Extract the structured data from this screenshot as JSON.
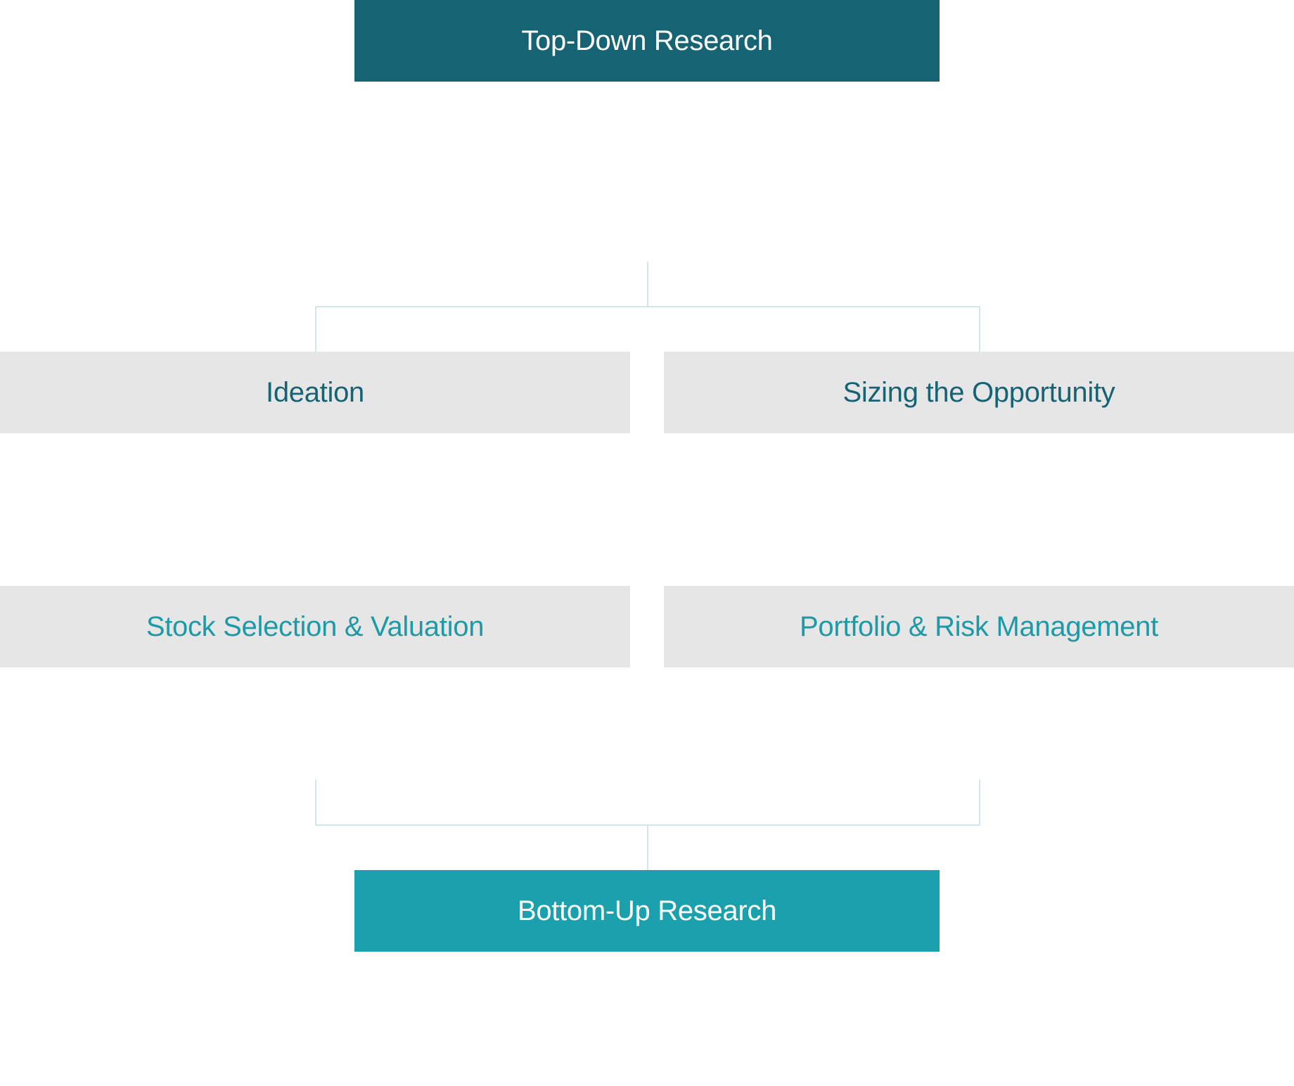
{
  "diagram": {
    "top": {
      "label": "Top-Down Research"
    },
    "middle": {
      "ideation": {
        "label": "Ideation"
      },
      "sizing": {
        "label": "Sizing the Opportunity"
      },
      "stock": {
        "label": "Stock Selection & Valuation"
      },
      "portfolio": {
        "label": "Portfolio & Risk Management"
      }
    },
    "bottom": {
      "label": "Bottom-Up Research"
    }
  },
  "colors": {
    "dark_teal": "#166374",
    "light_teal": "#1ba0ae",
    "grey_box": "#e6e6e6",
    "connector": "#c4dde2"
  }
}
